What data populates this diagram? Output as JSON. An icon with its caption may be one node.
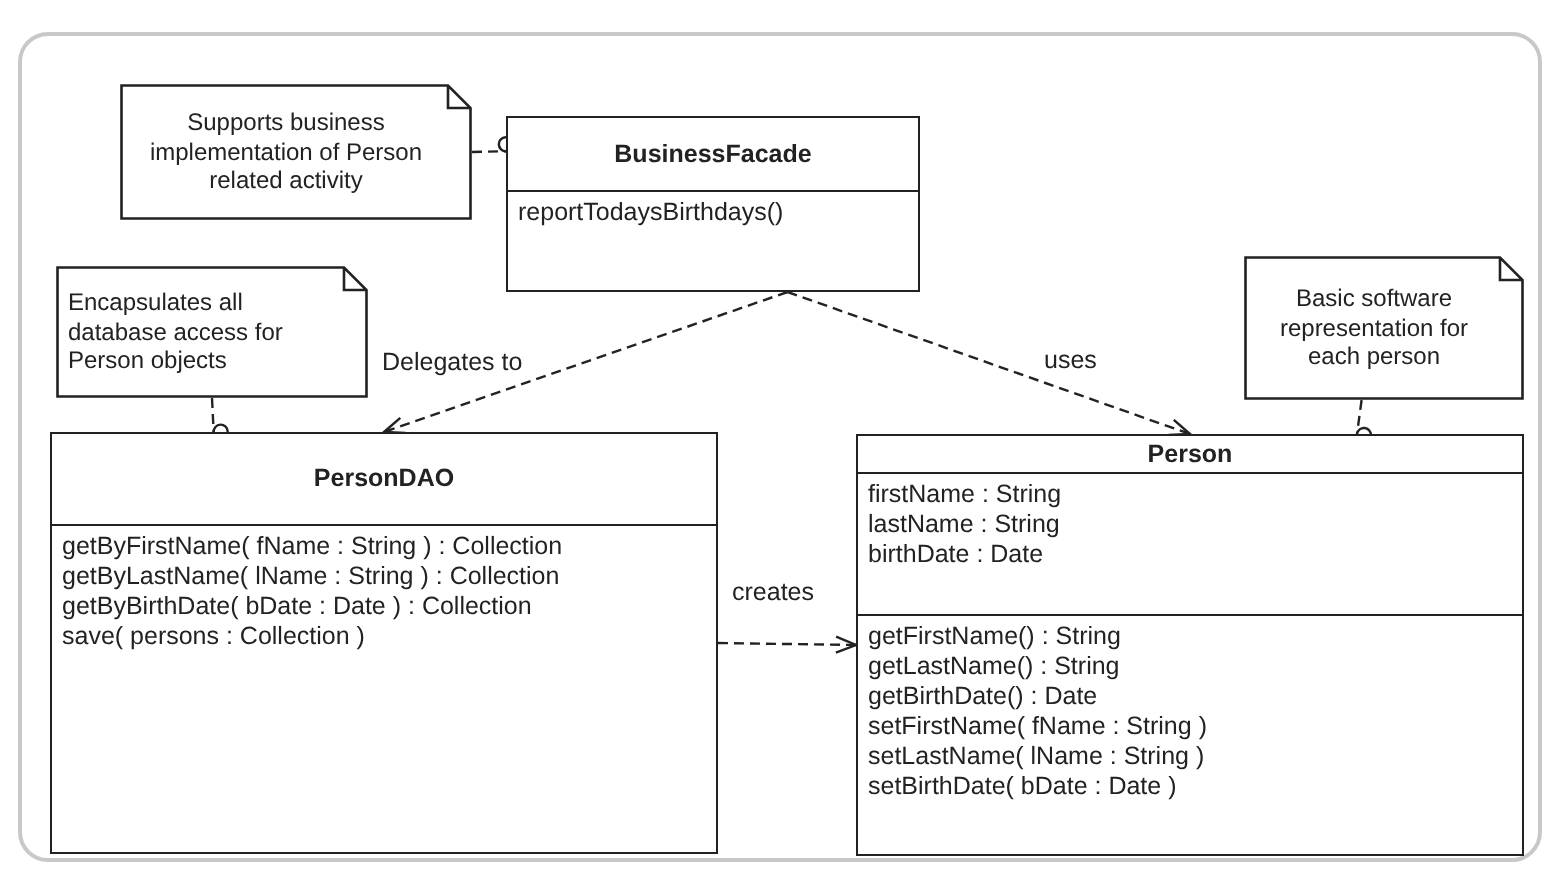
{
  "diagram": {
    "nodes": [
      {
        "text": [
          "Supports business implementation of Person related activity"
        ]
      },
      {
        "text": [
          "BusinessFacade",
          "reportTodaysBirthdays()"
        ]
      },
      {
        "text": [
          "Encapsulates all database access for Person objects"
        ]
      },
      {
        "text": [
          "Basic software representation for each person"
        ]
      },
      {
        "text": [
          "PersonDAO",
          "getByFirstName( fName : String ) : Collection",
          "getByLastName( lName : String ) : Collection",
          "getByBirthDate( bDate : Date ) : Collection",
          "save( persons : Collection )"
        ]
      },
      {
        "text": [
          "Person",
          "firstName : String",
          "lastName : String",
          "birthDate : Date",
          "getFirstName() : String",
          "getLastName() : String",
          "getBirthDate() : Date",
          "setFirstName( fName : String )",
          "setLastName( lName : String )",
          "setBirthDate( bDate : Date )"
        ]
      }
    ],
    "edges": [
      {
        "from": 0,
        "to": 1,
        "arrow": "other",
        "style": "dashed"
      },
      {
        "from": 2,
        "to": 4,
        "arrow": "other",
        "style": "dashed"
      },
      {
        "from": 3,
        "to": 5,
        "arrow": "other",
        "style": "dashed"
      },
      {
        "from": 1,
        "to": 4,
        "arrow": "to",
        "style": "dashed",
        "label": "Delegates to"
      },
      {
        "from": 1,
        "to": 5,
        "arrow": "to",
        "style": "dashed",
        "label": "uses"
      },
      {
        "from": 4,
        "to": 5,
        "arrow": "to",
        "style": "dashed",
        "label": "creates"
      }
    ]
  }
}
